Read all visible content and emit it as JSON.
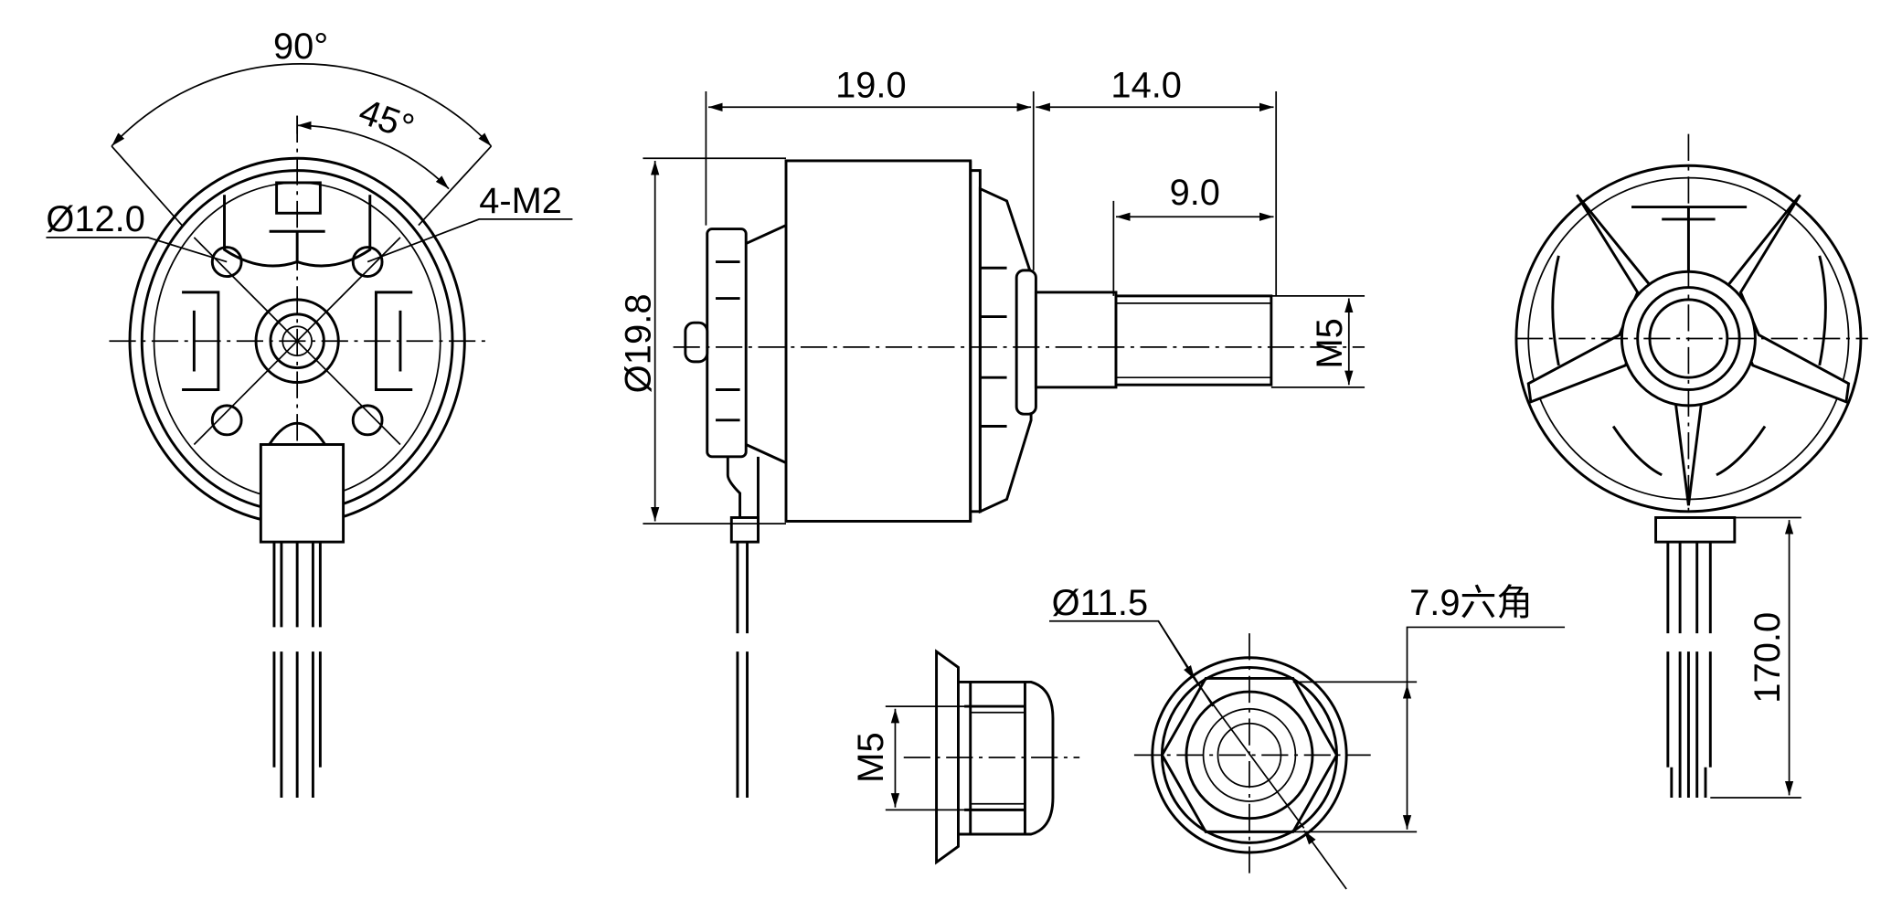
{
  "drawing": {
    "front_view": {
      "angle_outer": "90°",
      "angle_inner": "45°",
      "mount_circle": "Ø12.0",
      "mount_holes": "4-M2"
    },
    "side_view": {
      "body_length": "19.0",
      "shaft_length": "14.0",
      "thread_length": "9.0",
      "diameter": "Ø19.8",
      "shaft_thread": "M5"
    },
    "nut_side": {
      "thread": "M5"
    },
    "nut_front": {
      "diameter": "Ø11.5",
      "hex": "7.9六角"
    },
    "rear_view": {
      "wire_length": "170.0"
    }
  }
}
